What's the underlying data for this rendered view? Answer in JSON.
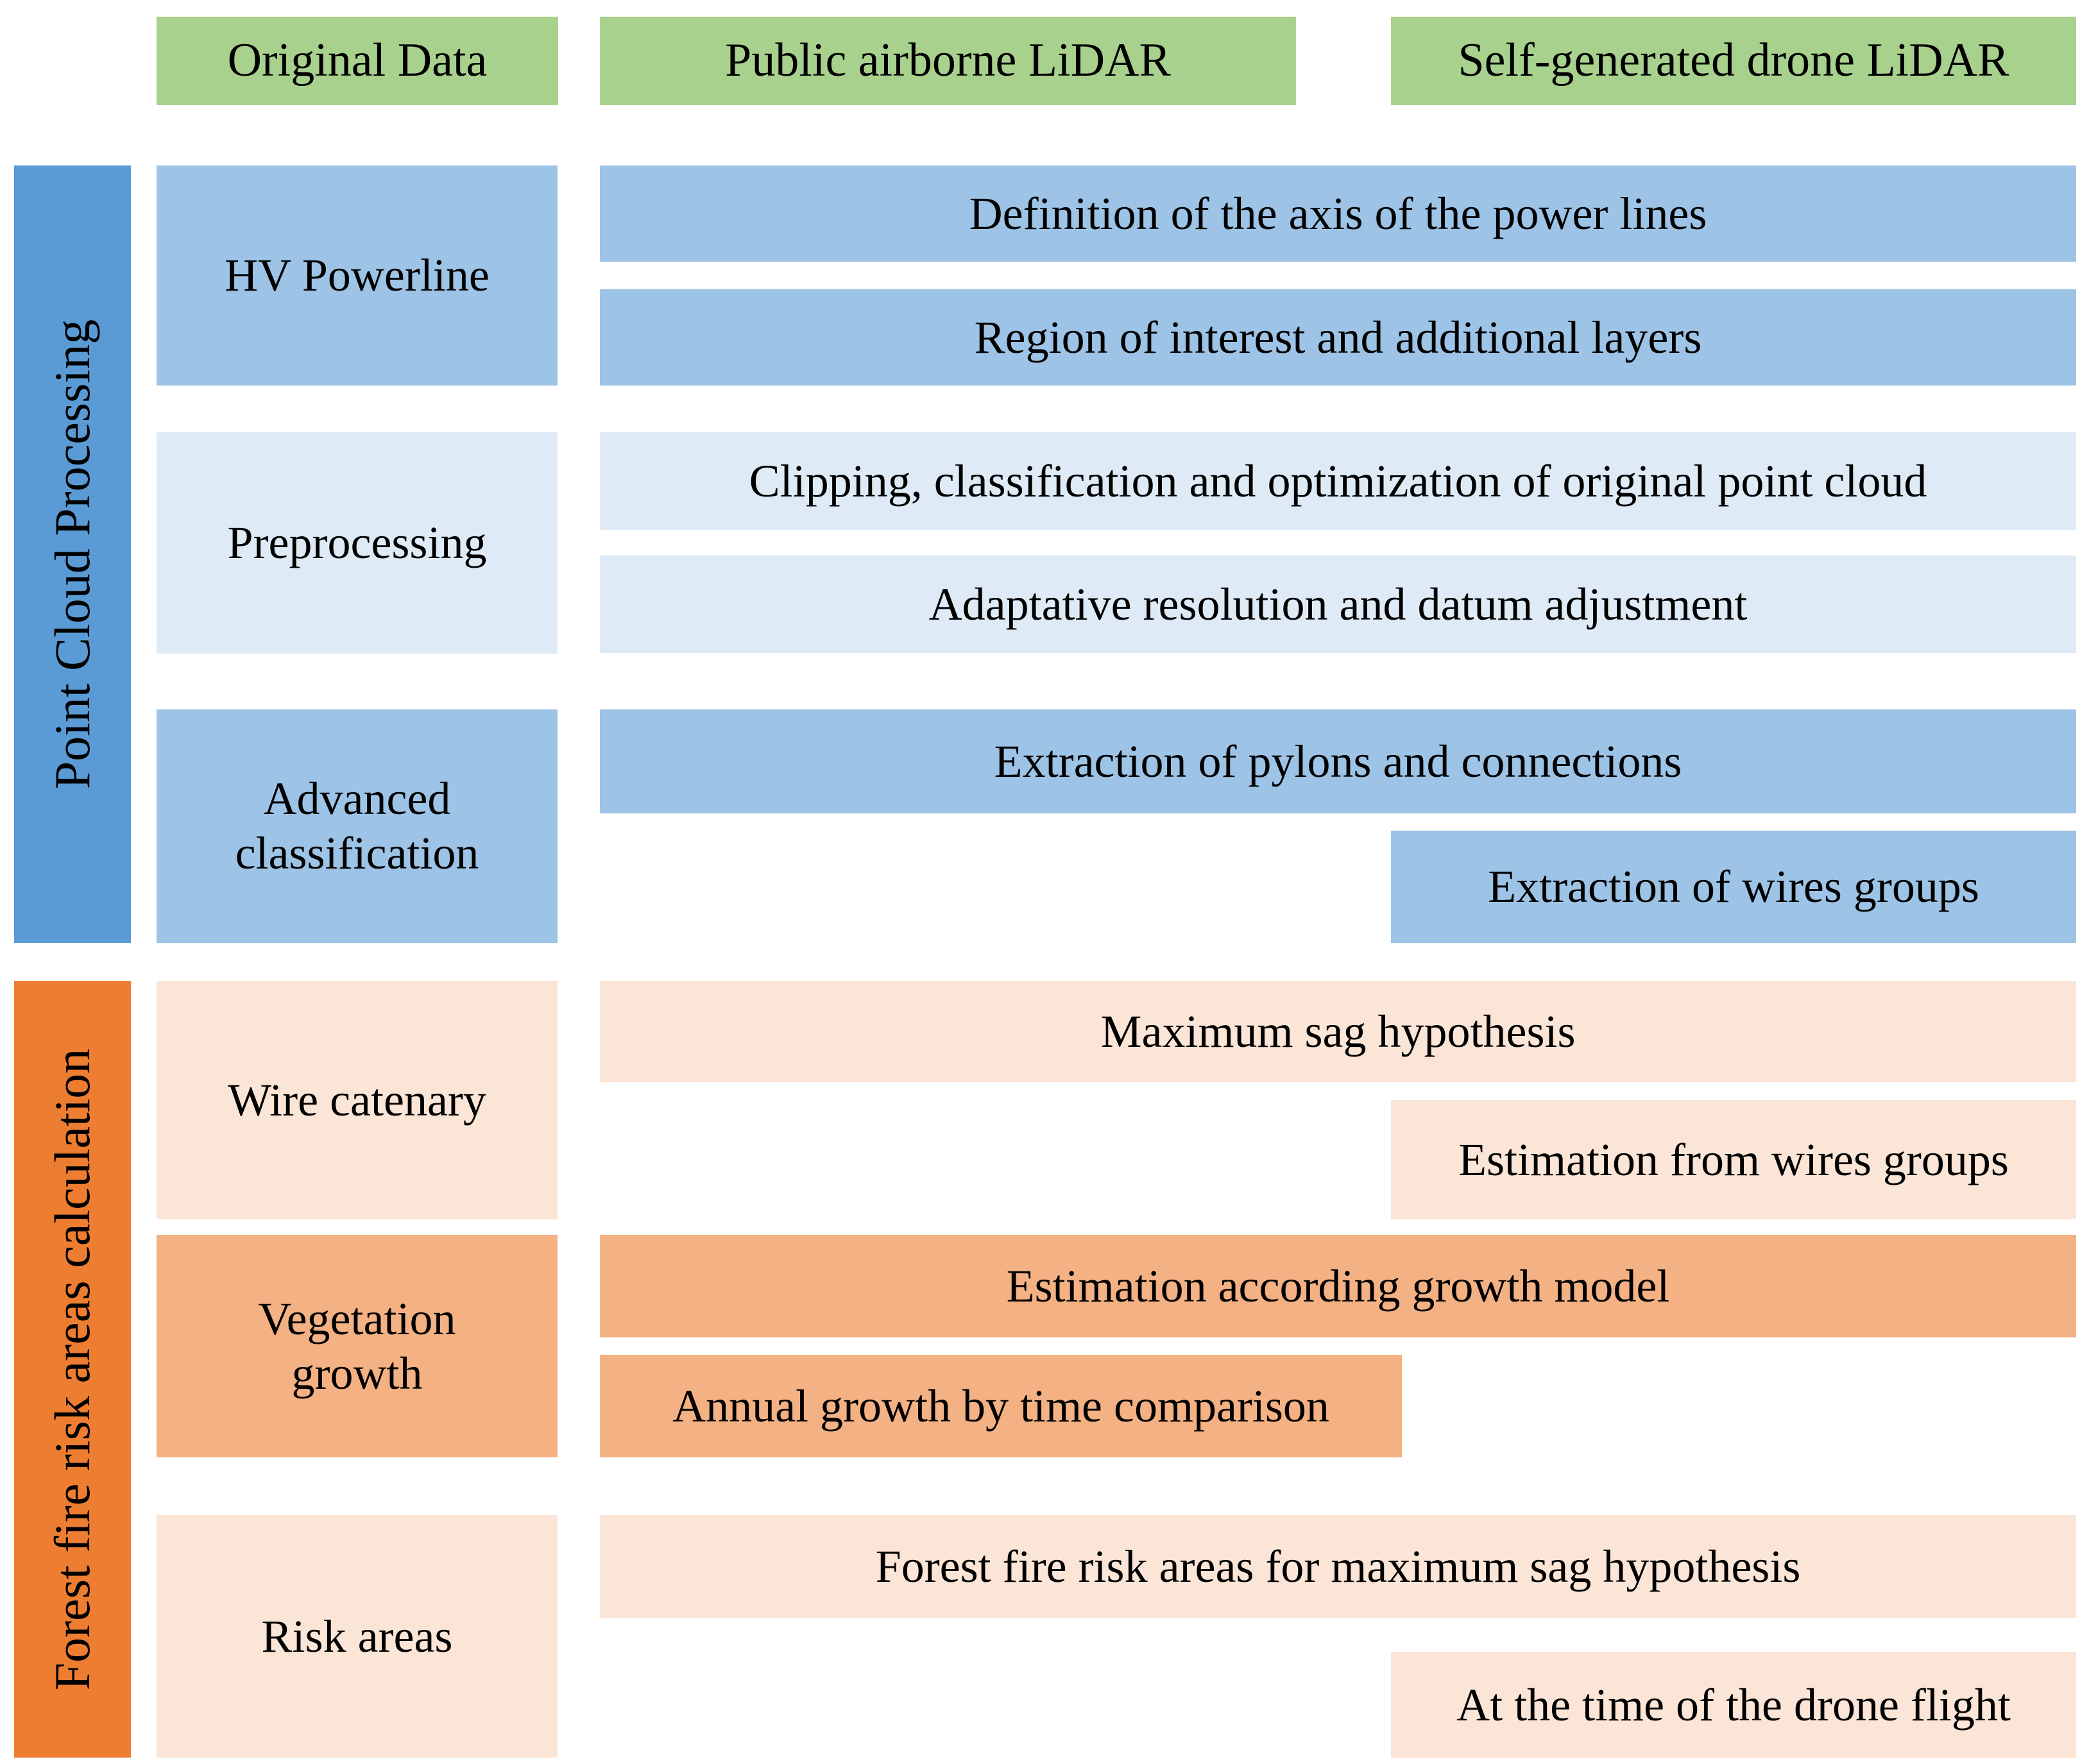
{
  "palette": {
    "header_green": "#A9D18E",
    "point_cloud_sidebar_blue": "#5B9BD5",
    "blue_mid": "#9DC3E6",
    "blue_light": "#DEEBF7",
    "fire_sidebar_orange": "#ED7D31",
    "orange_mid": "#F4B183",
    "orange_light": "#FBE5D6",
    "text": "#000000",
    "background": "#FFFFFF"
  },
  "header": {
    "items": [
      {
        "label": "Original Data"
      },
      {
        "label": "Public airborne LiDAR"
      },
      {
        "label": "Self-generated drone LiDAR"
      }
    ]
  },
  "sidebars": [
    {
      "label": "Point Cloud Processing"
    },
    {
      "label": "Forest fire risk areas calculation"
    }
  ],
  "categories": [
    {
      "label": "HV Powerline"
    },
    {
      "label": "Preprocessing"
    },
    {
      "label": "Advanced\nclassification"
    },
    {
      "label": "Wire catenary"
    },
    {
      "label": "Vegetation\ngrowth"
    },
    {
      "label": "Risk areas"
    }
  ],
  "steps": [
    {
      "label": "Definition of the axis of the power lines"
    },
    {
      "label": "Region of interest and additional layers"
    },
    {
      "label": "Clipping, classification and optimization of original point cloud"
    },
    {
      "label": "Adaptative resolution and datum adjustment"
    },
    {
      "label": "Extraction of pylons and connections"
    },
    {
      "label": "Extraction of wires groups"
    },
    {
      "label": "Maximum sag hypothesis"
    },
    {
      "label": "Estimation from wires groups"
    },
    {
      "label": "Estimation according growth model"
    },
    {
      "label": "Annual growth by time comparison"
    },
    {
      "label": "Forest fire risk areas for maximum sag hypothesis"
    },
    {
      "label": "At the time of the drone flight"
    }
  ]
}
